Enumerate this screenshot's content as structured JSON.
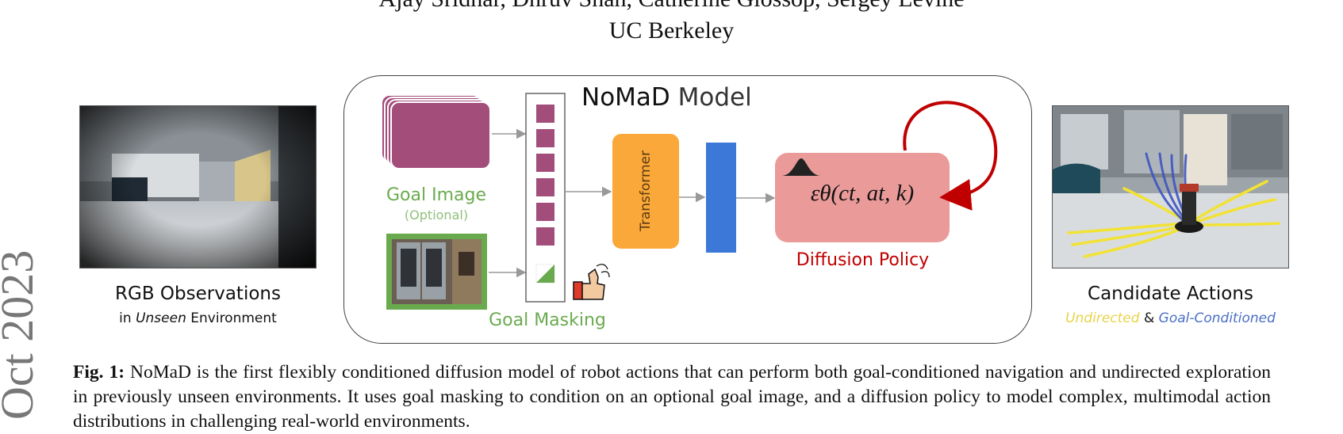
{
  "header": {
    "authors": "Ajay Sridhar, Dhruv Shah, Catherine Glossop, Sergey Levine",
    "affiliation": "UC Berkeley"
  },
  "sidebar": {
    "arxiv_text": "Oct 2023"
  },
  "left_panel": {
    "title": "RGB Observations",
    "sub_prefix": "in ",
    "sub_em": "Unseen",
    "sub_suffix": " Environment"
  },
  "model": {
    "title_bold": "NoMaD",
    "title_rest": " Model",
    "goal_image_label": "Goal Image",
    "goal_optional_label": "(Optional)",
    "goal_masking_label": "Goal Masking",
    "transformer_label": "Transformer",
    "diffusion_policy_label": "Diffusion Policy",
    "diffusion_formula": "εθ(ct, at, k)"
  },
  "right_panel": {
    "title": "Candidate Actions",
    "sub_a": "Undirected",
    "sub_amp": " & ",
    "sub_b": "Goal-Conditioned"
  },
  "caption": {
    "label": "Fig. 1:",
    "text": " NoMaD is the first flexibly conditioned diffusion model of robot actions that can perform both goal-conditioned navigation and undirected exploration in previously unseen environments. It uses goal masking to condition on an optional goal image, and a diffusion policy to model complex, multimodal action distributions in challenging real-world environments."
  },
  "colors": {
    "goal_token": "#a34d7a",
    "goal_green": "#6aaa4e",
    "transformer": "#fba83a",
    "encoder_bar": "#3b78d8",
    "diffusion_box": "#eb9a9a",
    "diffusion_red": "#c00000",
    "undirected_yellow": "#e9d34a",
    "goal_blue": "#4a6fc5"
  }
}
